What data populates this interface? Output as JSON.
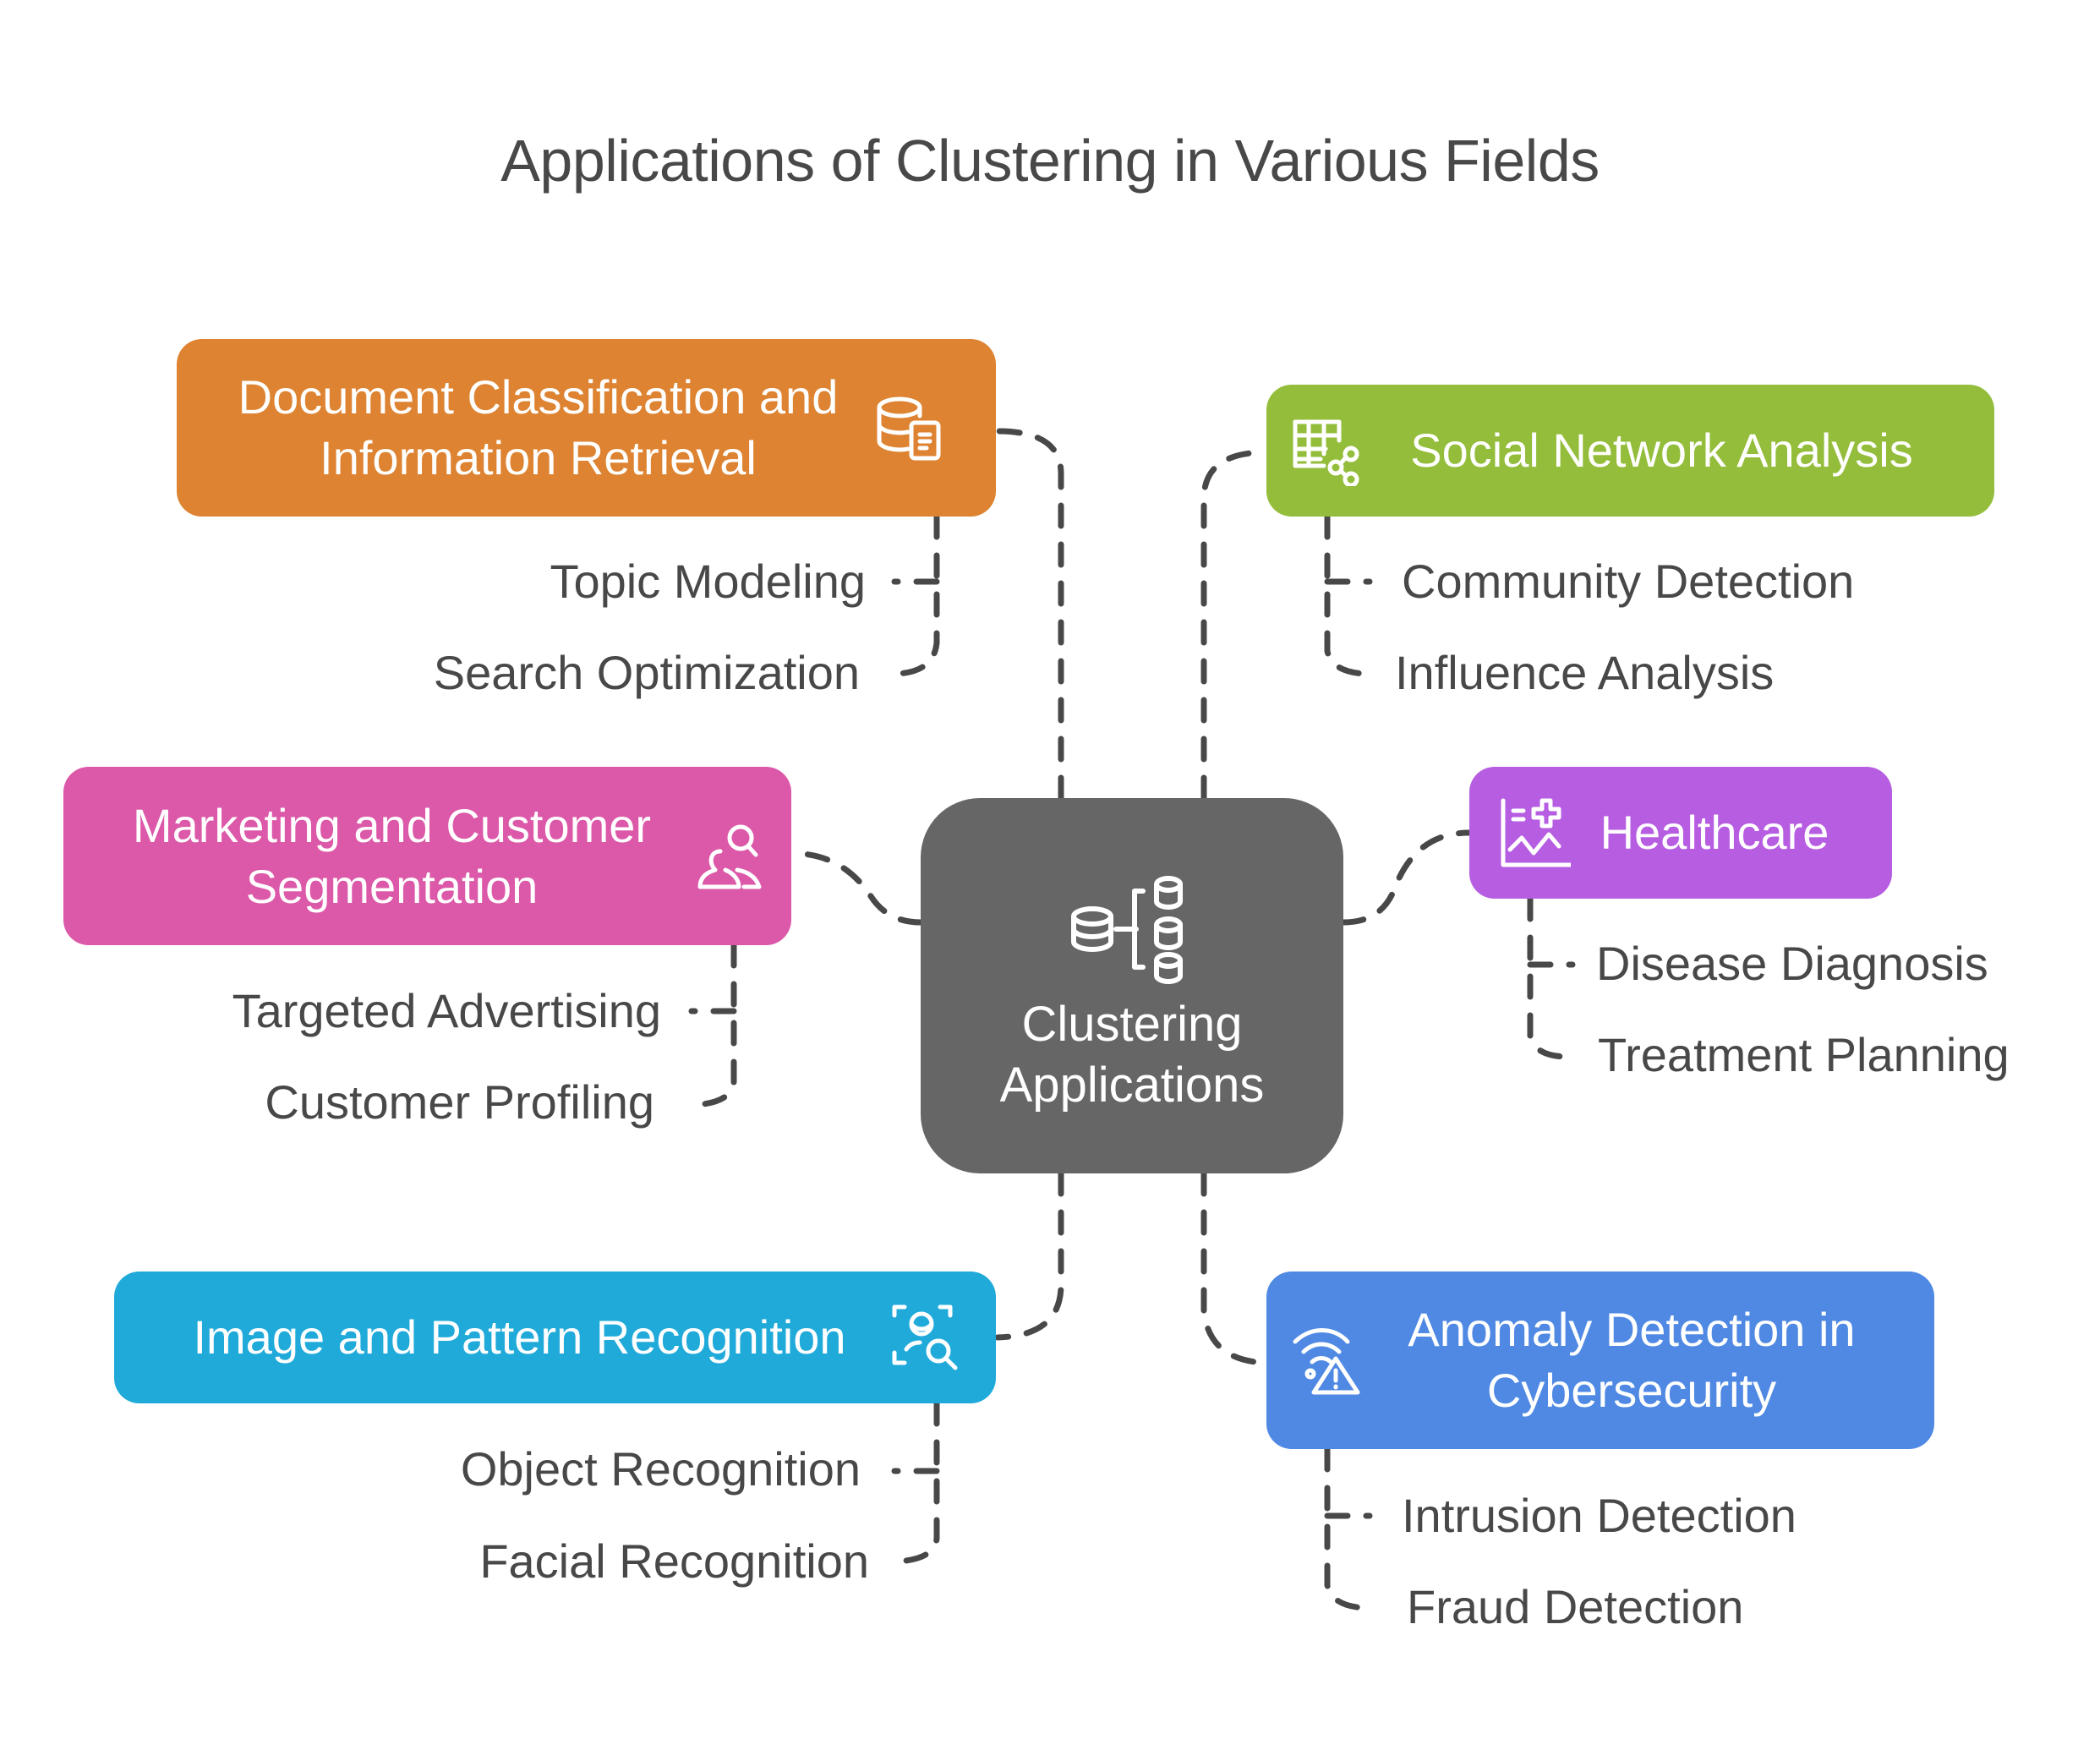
{
  "title": "Applications of Clustering in Various Fields",
  "center": {
    "label_line1": "Clustering",
    "label_line2": "Applications",
    "icon": "database-cluster-icon",
    "color": "#666666"
  },
  "branches": [
    {
      "id": "document",
      "label_line1": "Document Classification and",
      "label_line2": "Information Retrieval",
      "icon": "database-document-icon",
      "color": "#DD8331",
      "children": [
        "Topic Modeling",
        "Search Optimization"
      ]
    },
    {
      "id": "social",
      "label_line1": "Social Network Analysis",
      "icon": "table-network-icon",
      "color": "#93BD3A",
      "children": [
        "Community Detection",
        "Influence Analysis"
      ]
    },
    {
      "id": "marketing",
      "label_line1": "Marketing and Customer",
      "label_line2": "Segmentation",
      "icon": "people-search-icon",
      "color": "#DC58A8",
      "children": [
        "Targeted Advertising",
        "Customer Profiling"
      ]
    },
    {
      "id": "healthcare",
      "label_line1": "Healthcare",
      "icon": "medical-chart-icon",
      "color": "#B65DE2",
      "children": [
        "Disease Diagnosis",
        "Treatment Planning"
      ]
    },
    {
      "id": "image",
      "label_line1": "Image and Pattern Recognition",
      "icon": "face-scan-search-icon",
      "color": "#20AADA",
      "children": [
        "Object Recognition",
        "Facial Recognition"
      ]
    },
    {
      "id": "anomaly",
      "label_line1": "Anomaly Detection in",
      "label_line2": "Cybersecurity",
      "icon": "wifi-warning-icon",
      "color": "#4F89E3",
      "children": [
        "Intrusion Detection",
        "Fraud Detection"
      ]
    }
  ],
  "connector_color": "#484848"
}
